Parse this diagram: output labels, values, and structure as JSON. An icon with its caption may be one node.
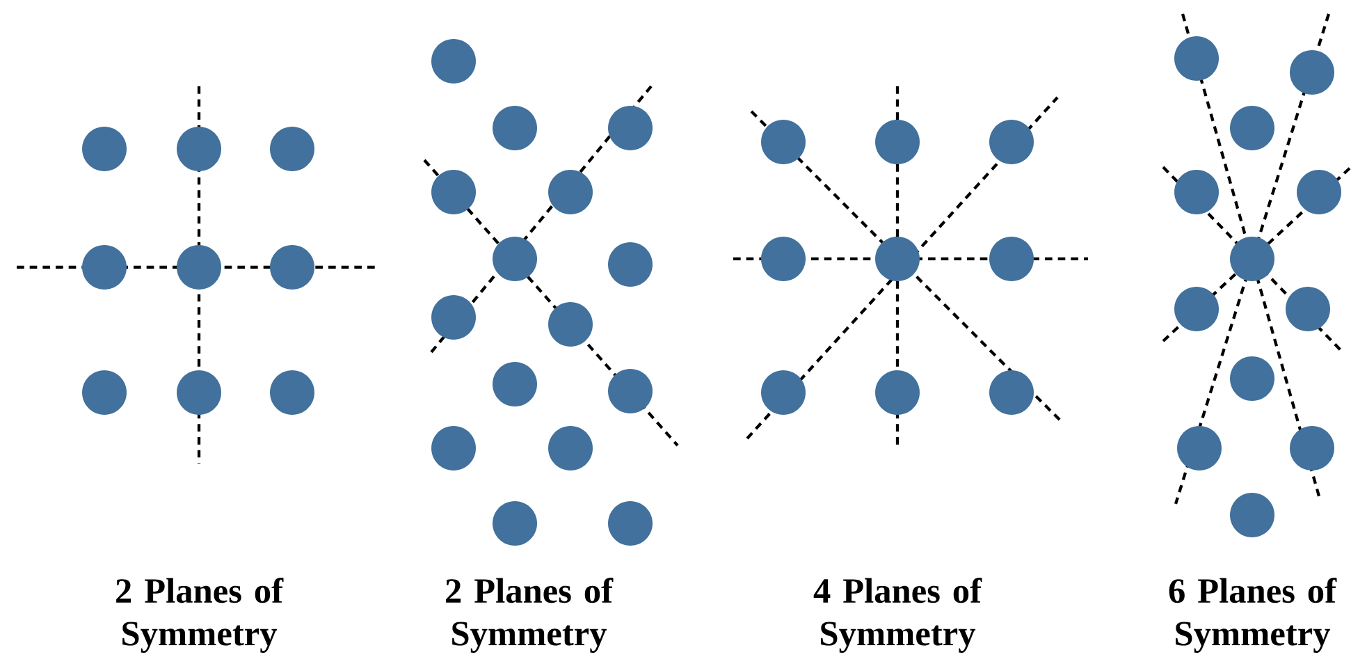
{
  "diagram": {
    "labels": [
      "2 Planes of Symmetry",
      "2 Planes of Symmetry",
      "4 Planes of Symmetry",
      "6 Planes of Symmetry"
    ]
  }
}
